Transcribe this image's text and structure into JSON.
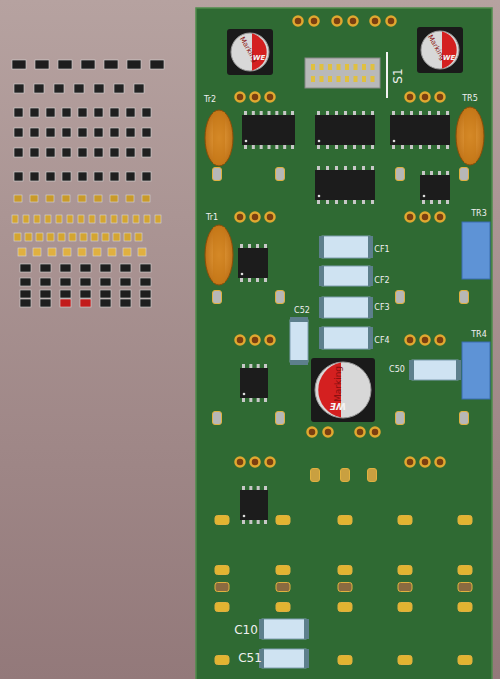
{
  "diagram": {
    "labels": [
      "S1",
      "Tr2",
      "TR5",
      "Tr1",
      "TR3",
      "CF1",
      "CF2",
      "CF3",
      "C52",
      "CF4",
      "TR4",
      "C50",
      "C10",
      "C51",
      "Marking",
      "WE",
      "Marking",
      "WE",
      "Marking",
      "WE"
    ]
  }
}
